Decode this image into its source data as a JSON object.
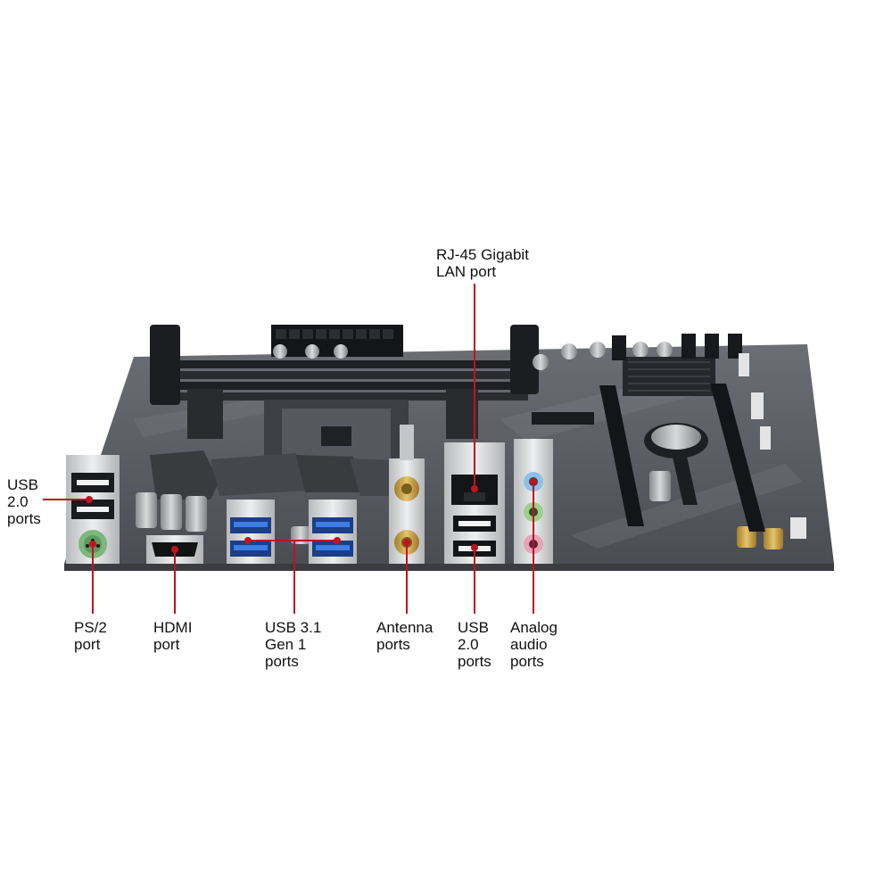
{
  "callouts": {
    "usb_left": "USB\n2.0\nports",
    "ps2": "PS/2\nport",
    "hdmi": "HDMI\nport",
    "usb31": "USB 3.1\nGen 1\nports",
    "antenna": "Antenna\nports",
    "usb_right": "USB\n2.0\nports",
    "audio": "Analog\naudio\nports",
    "rj45": "RJ-45 Gigabit\nLAN port"
  },
  "colors": {
    "board": "#5a5d63",
    "board_dark": "#2c2e33",
    "leader_line": "#c0141c",
    "usb3_blue": "#2f6fd1",
    "gold": "#c9a24a",
    "io_silver": "#d9dadc"
  }
}
